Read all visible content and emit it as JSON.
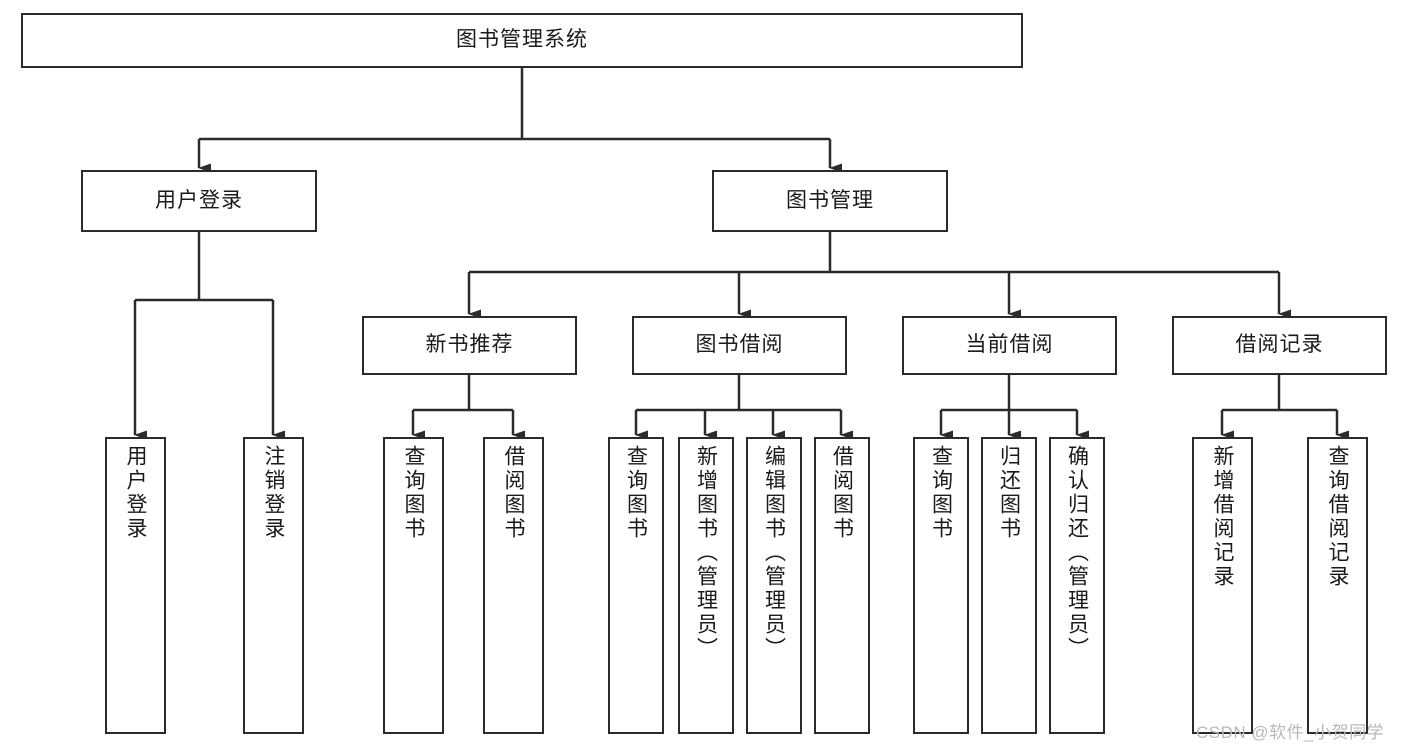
{
  "diagram": {
    "type": "tree",
    "title": "图书管理系统",
    "watermark": "CSDN @软件_小贺同学",
    "colors": {
      "box_border": "#2b2b2b",
      "box_fill": "#ffffff",
      "connector": "#2b2b2b",
      "text": "#1a1a1a",
      "watermark": "#b9b9b9"
    },
    "levels": {
      "root": "图书管理系统",
      "level2": [
        "用户登录",
        "图书管理"
      ],
      "level3": [
        "新书推荐",
        "图书借阅",
        "当前借阅",
        "借阅记录"
      ]
    },
    "nodes": {
      "root": {
        "label": "图书管理系统"
      },
      "user_login": {
        "label": "用户登录"
      },
      "book_manage": {
        "label": "图书管理"
      },
      "new_book_rec": {
        "label": "新书推荐"
      },
      "book_borrow": {
        "label": "图书借阅"
      },
      "current_borrow": {
        "label": "当前借阅"
      },
      "borrow_record": {
        "label": "借阅记录"
      },
      "leaf_user_login": {
        "label": "用户登录"
      },
      "leaf_logout": {
        "label": "注销登录"
      },
      "leaf_query_book_1": {
        "label": "查询图书"
      },
      "leaf_borrow_book_1": {
        "label": "借阅图书"
      },
      "leaf_query_book_2": {
        "label": "查询图书"
      },
      "leaf_add_book": {
        "label": "新增图书（管理员）"
      },
      "leaf_edit_book": {
        "label": "编辑图书（管理员）"
      },
      "leaf_borrow_book_2": {
        "label": "借阅图书"
      },
      "leaf_query_book_3": {
        "label": "查询图书"
      },
      "leaf_return_book": {
        "label": "归还图书"
      },
      "leaf_confirm_return": {
        "label": "确认归还（管理员）"
      },
      "leaf_add_record": {
        "label": "新增借阅记录"
      },
      "leaf_query_record": {
        "label": "查询借阅记录"
      }
    },
    "edges": [
      {
        "from": "root",
        "to": "用户登录"
      },
      {
        "from": "root",
        "to": "图书管理"
      },
      {
        "from": "用户登录",
        "to": "用户登录"
      },
      {
        "from": "用户登录",
        "to": "注销登录"
      },
      {
        "from": "图书管理",
        "to": "新书推荐"
      },
      {
        "from": "图书管理",
        "to": "图书借阅"
      },
      {
        "from": "图书管理",
        "to": "当前借阅"
      },
      {
        "from": "图书管理",
        "to": "借阅记录"
      },
      {
        "from": "新书推荐",
        "to": "查询图书"
      },
      {
        "from": "新书推荐",
        "to": "借阅图书"
      },
      {
        "from": "图书借阅",
        "to": "查询图书"
      },
      {
        "from": "图书借阅",
        "to": "新增图书（管理员）"
      },
      {
        "from": "图书借阅",
        "to": "编辑图书（管理员）"
      },
      {
        "from": "图书借阅",
        "to": "借阅图书"
      },
      {
        "from": "当前借阅",
        "to": "查询图书"
      },
      {
        "from": "当前借阅",
        "to": "归还图书"
      },
      {
        "from": "当前借阅",
        "to": "确认归还（管理员）"
      },
      {
        "from": "借阅记录",
        "to": "新增借阅记录"
      },
      {
        "from": "借阅记录",
        "to": "查询借阅记录"
      }
    ]
  }
}
